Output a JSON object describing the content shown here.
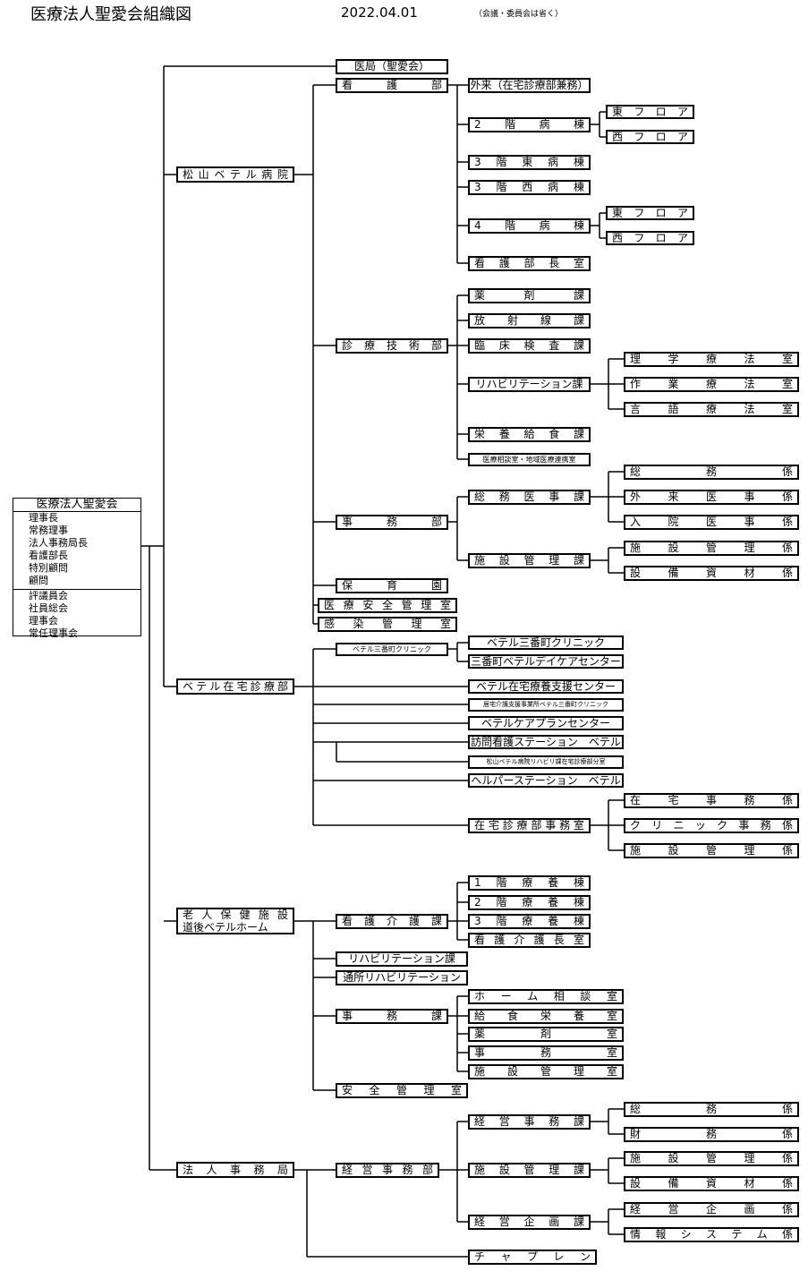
{
  "header": {
    "title": "医療法人聖愛会組織図",
    "date": "2022.04.01",
    "note": "（会議・委員会は省く）"
  },
  "root": {
    "name": "医療法人聖愛会",
    "officers": [
      "理事長",
      "常務理事",
      "法人事務局長",
      "看護部長",
      "特別顧問",
      "顧問"
    ],
    "councils": [
      "評議員会",
      "社員総会",
      "理事会",
      "常任理事会"
    ]
  },
  "divisions": {
    "hospital": "松山ベテル病院",
    "homecare": "ベテル在宅診療部",
    "roken_1": "老人保健施設",
    "roken_2": "道後ベテルホーム",
    "hq": "法人事務局"
  },
  "hospital": {
    "ikyoku": "医局（聖愛会）",
    "kango": "看護部",
    "gairai": "外来（在宅診療部兼務）",
    "ward2": "2階病棟",
    "ward2_east": "東フロア",
    "ward2_west": "西フロア",
    "ward3e": "3階東病棟",
    "ward3w": "3階西病棟",
    "ward4": "4階病棟",
    "ward4_east": "東フロア",
    "ward4_west": "西フロア",
    "kango_office": "看護部長室",
    "shinryo": "診療技術部",
    "yakuzai": "薬剤課",
    "hoshasen": "放射線課",
    "rinsho": "臨床検査課",
    "reha": "リハビリテーション課",
    "pt": "理学療法室",
    "ot": "作業療法室",
    "st": "言語療法室",
    "eiyo": "栄養給食課",
    "sodan": "医療相談室・地域医療連携室",
    "jimu": "事務部",
    "somu_iji": "総務医事課",
    "somu": "総務係",
    "gairai_iji": "外来医事係",
    "nyuin_iji": "入院医事係",
    "shisetsu_kanri": "施設管理課",
    "shisetsu_kanri_kakari": "施設管理係",
    "setsubi": "設備資材係",
    "hoiku": "保育園",
    "anzen": "医療安全管理室",
    "kansen": "感染管理室"
  },
  "homecare": {
    "clinic": "ベテル三番町クリニック",
    "clinic_box": "ベテル三番町クリニック",
    "daycare": "三番町ベテルデイケアセンター",
    "support": "ベテル在宅療養支援センター",
    "kyotaku": "居宅介護支援事業所ベテル三番町クリニック",
    "careplan": "ベテルケアプランセンター",
    "houmon": "訪問看護ステーション　ベテル",
    "reha_bunshitsu": "松山ベテル病院リハビリ課在宅診療部分室",
    "helper": "ヘルパーステーション　ベテル",
    "office": "在宅診療部事務室",
    "zaitaku_jimu": "在宅事務係",
    "clinic_jimu": "クリニック事務係",
    "shisetsu": "施設管理係"
  },
  "roken": {
    "kango_kaigo": "看護介護課",
    "f1": "1階療養棟",
    "f2": "2階療養棟",
    "f3": "3階療養棟",
    "chief": "看護介護長室",
    "reha": "リハビリテーション課",
    "tsusho": "通所リハビリテーション",
    "jimu": "事務課",
    "home_sodan": "ホーム相談室",
    "kyushoku": "給食栄養室",
    "yakuzai": "薬剤室",
    "jimushitsu": "事務室",
    "shisetsu": "施設管理室",
    "anzen": "安全管理室"
  },
  "hq": {
    "keiei": "経営事務部",
    "keiei_jimu": "経営事務課",
    "somu": "総務係",
    "zaimu": "財務係",
    "shisetsu_kanri": "施設管理課",
    "shisetsu_kanri_kakari": "施設管理係",
    "setsubi": "設備資材係",
    "kikaku": "経営企画課",
    "kikaku_kakari": "経営企画係",
    "joho": "情報システム係",
    "chaplain": "チャプレン"
  }
}
